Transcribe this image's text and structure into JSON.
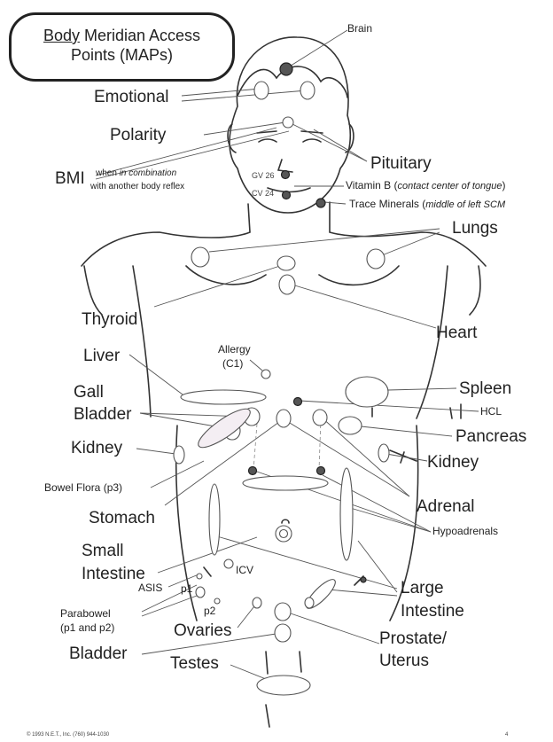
{
  "title": {
    "underlined": "Body",
    "rest": " Meridian Access",
    "line2": "Points (MAPs)"
  },
  "labels": {
    "brain": "Brain",
    "emotional": "Emotional",
    "polarity": "Polarity",
    "bmi": "BMI",
    "bmi_note_a": "when ",
    "bmi_note_b": "in combination",
    "bmi_note_c": "with another body reflex",
    "pituitary": "Pituitary",
    "gv26": "GV 26",
    "cv24": "CV 24",
    "vitamin_b": "Vitamin B (",
    "vitamin_b_note": "contact center of tongue",
    "vitamin_b_close": ")",
    "trace_minerals": "Trace Minerals (",
    "trace_minerals_note": "middle of left SCM",
    "lungs": "Lungs",
    "thyroid": "Thyroid",
    "heart": "Heart",
    "liver": "Liver",
    "allergy_1": "Allergy",
    "allergy_2": "(C1)",
    "spleen": "Spleen",
    "gall_1": "Gall",
    "gall_2": "Bladder",
    "hcl": "HCL",
    "pancreas": "Pancreas",
    "kidney_left": "Kidney",
    "kidney_right": "Kidney",
    "bowel_flora": "Bowel Flora (p3)",
    "stomach": "Stomach",
    "adrenal": "Adrenal",
    "hypoadrenals": "Hypoadrenals",
    "small_1": "Small",
    "small_2": "Intestine",
    "icv": "ICV",
    "asis": "ASIS",
    "p1": "p1",
    "p2": "p2",
    "parabowel_1": "Parabowel",
    "parabowel_2": "(p1 and p2)",
    "large_1": "Large",
    "large_2": "Intestine",
    "ovaries": "Ovaries",
    "prostate_1": "Prostate/",
    "prostate_2": "Uterus",
    "bladder": "Bladder",
    "testes": "Testes",
    "copyright": "© 1993 N.E.T., Inc. (760) 944-1030",
    "page_mark": "4"
  }
}
